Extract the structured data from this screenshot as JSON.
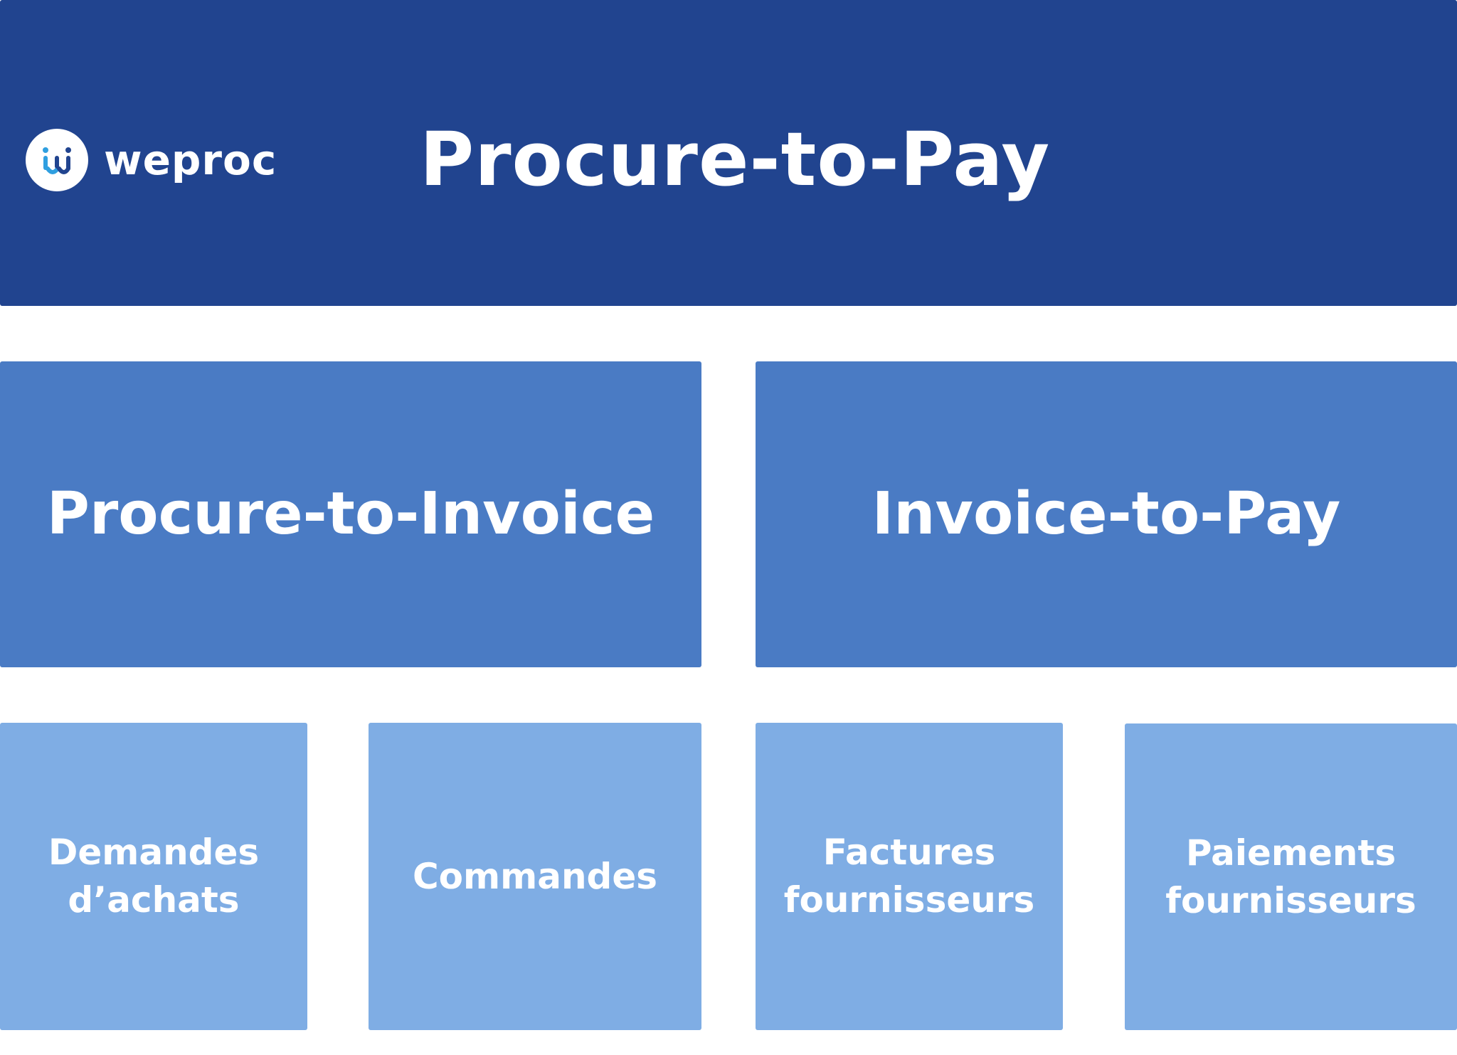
{
  "logo": {
    "wordmark": "weproc",
    "icon": "weproc-logo-icon"
  },
  "top": {
    "title": "Procure-to-Pay"
  },
  "middle": [
    {
      "label": "Procure-to-Invoice"
    },
    {
      "label": "Invoice-to-Pay"
    }
  ],
  "bottom": [
    {
      "label": "Demandes d’achats"
    },
    {
      "label": "Commandes"
    },
    {
      "label": "Factures fournisseurs"
    },
    {
      "label": "Paiements fournisseurs"
    }
  ],
  "colors": {
    "level1": "#21448f",
    "level2": "#4a7bc4",
    "level3": "#7fade4",
    "logo_blue": "#2f9fe0"
  }
}
